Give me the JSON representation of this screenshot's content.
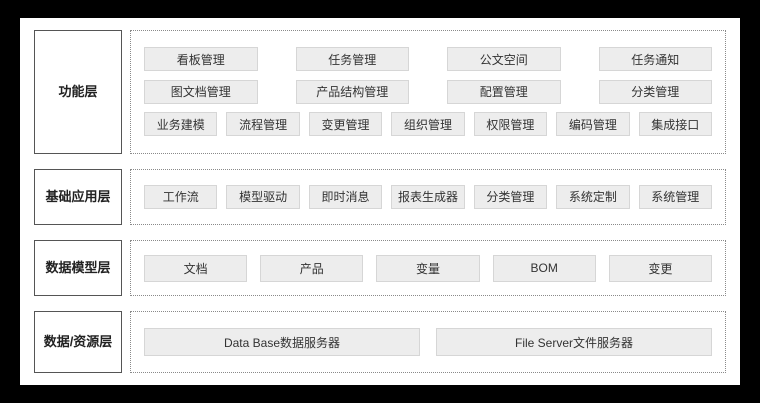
{
  "colors": {
    "background": "#000000",
    "panel": "#ffffff",
    "box_fill": "#ededed",
    "box_border": "#d6d6d6",
    "label_border": "#555555",
    "dotted_border": "#8a8a8a",
    "text": "#333333"
  },
  "layers": [
    {
      "label": "功能层",
      "rows": [
        [
          "看板管理",
          "任务管理",
          "公文空间",
          "任务通知"
        ],
        [
          "图文档管理",
          "产品结构管理",
          "配置管理",
          "分类管理"
        ],
        [
          "业务建模",
          "流程管理",
          "变更管理",
          "组织管理",
          "权限管理",
          "编码管理",
          "集成接口"
        ]
      ]
    },
    {
      "label": "基础应用层",
      "rows": [
        [
          "工作流",
          "模型驱动",
          "即时消息",
          "报表生成器",
          "分类管理",
          "系统定制",
          "系统管理"
        ]
      ]
    },
    {
      "label": "数据模型层",
      "rows": [
        [
          "文档",
          "产品",
          "变量",
          "BOM",
          "变更"
        ]
      ]
    },
    {
      "label": "数据/资源层",
      "rows": [
        [
          "Data Base数据服务器",
          "File Server文件服务器"
        ]
      ]
    }
  ]
}
